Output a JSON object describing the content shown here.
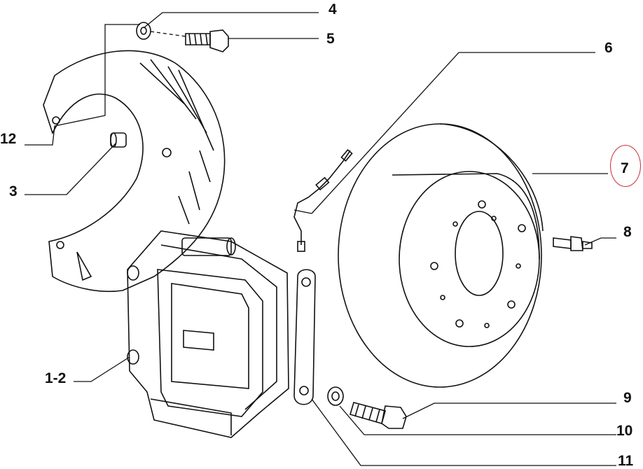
{
  "diagram": {
    "title": "Brake disc, caliper and backing plate exploded view",
    "highlight_color": "#c8323c",
    "line_color": "#111111",
    "highlighted_part": "7",
    "labels": {
      "p4": "4",
      "p5": "5",
      "p6": "6",
      "p7": "7",
      "p8": "8",
      "p9": "9",
      "p10": "10",
      "p11": "11",
      "p12": "12",
      "p3": "3",
      "p12b": "1-2"
    }
  }
}
